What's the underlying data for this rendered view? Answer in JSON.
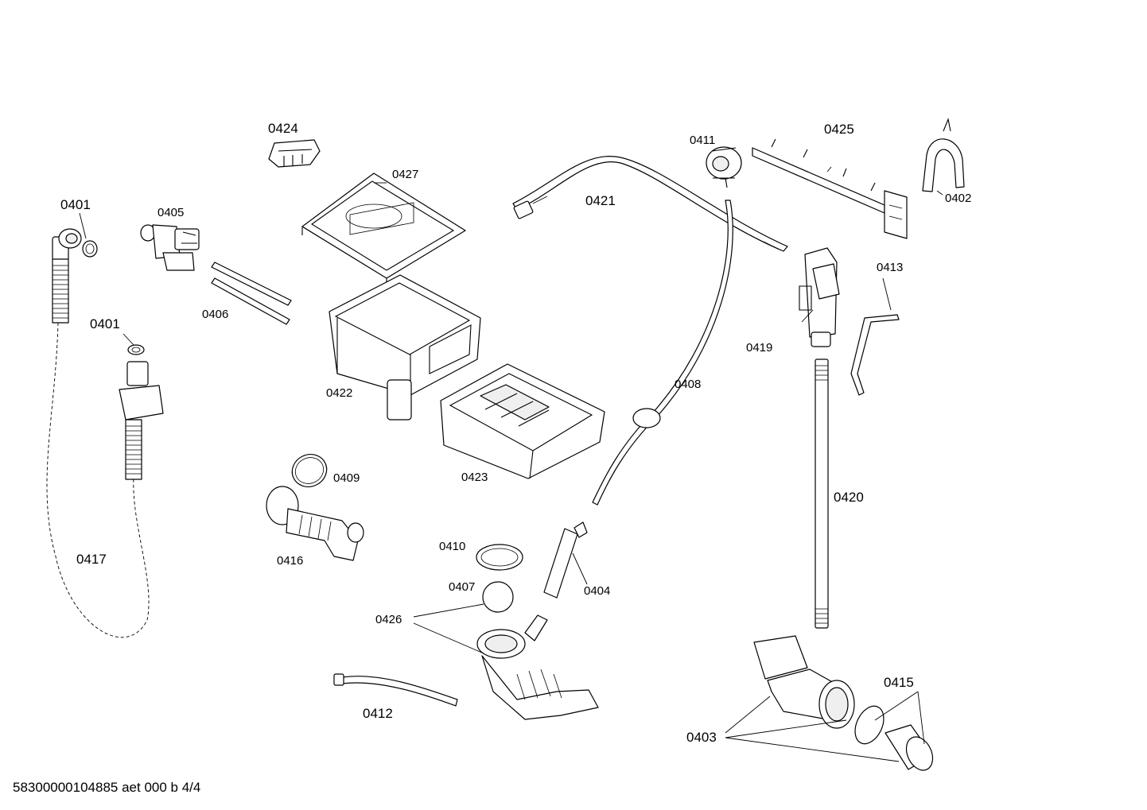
{
  "footer_code": "58300000104885 aet 000 b 4/4",
  "labels": {
    "p0401a": "0401",
    "p0401b": "0401",
    "p0402": "0402",
    "p0403": "0403",
    "p0404": "0404",
    "p0405": "0405",
    "p0406": "0406",
    "p0407": "0407",
    "p0408": "0408",
    "p0409": "0409",
    "p0410": "0410",
    "p0411": "0411",
    "p0412": "0412",
    "p0413": "0413",
    "p0415": "0415",
    "p0416": "0416",
    "p0417": "0417",
    "p0419": "0419",
    "p0420": "0420",
    "p0421": "0421",
    "p0422": "0422",
    "p0423": "0423",
    "p0424": "0424",
    "p0425": "0425",
    "p0426": "0426",
    "p0427": "0427"
  }
}
